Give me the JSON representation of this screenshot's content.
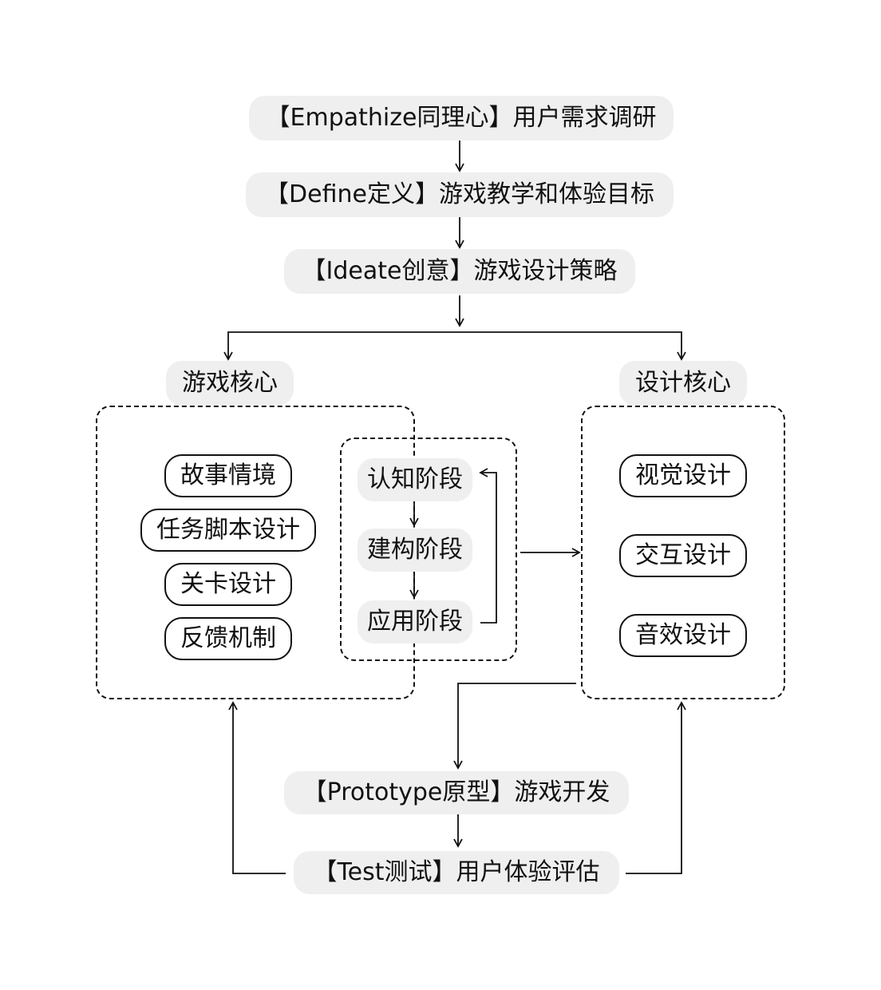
{
  "stages": {
    "empathize": "【Empathize同理心】用户需求调研",
    "define": "【Define定义】游戏教学和体验目标",
    "ideate": "【Ideate创意】游戏设计策略",
    "prototype": "【Prototype原型】游戏开发",
    "test": "【Test测试】用户体验评估"
  },
  "game_core": {
    "title": "游戏核心",
    "items": [
      "故事情境",
      "任务脚本设计",
      "关卡设计",
      "反馈机制"
    ],
    "learning_stages": [
      "认知阶段",
      "建构阶段",
      "应用阶段"
    ]
  },
  "design_core": {
    "title": "设计核心",
    "items": [
      "视觉设计",
      "交互设计",
      "音效设计"
    ]
  }
}
